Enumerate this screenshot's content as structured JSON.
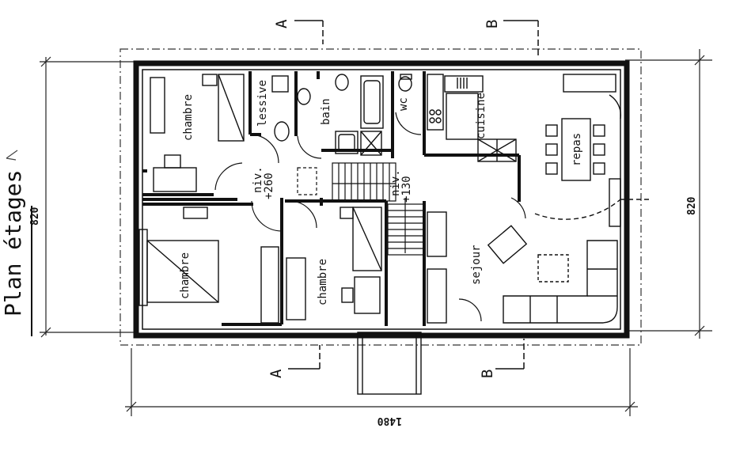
{
  "plan": {
    "title": "Plan étages",
    "section_a": "A",
    "section_b": "B",
    "dim_width": "1480",
    "dim_height_left": "820",
    "dim_height_right": "820",
    "level_upper_1": "niv.",
    "level_upper_2": "+260",
    "level_mid_1": "niv.",
    "level_mid_2": "+130"
  },
  "rooms": {
    "chambre_top": "chambre",
    "lessive": "lessive",
    "bain": "bain",
    "wc": "wc",
    "cuisine": "cuisine",
    "repas": "repas",
    "chambre_bottom": "chambre",
    "chambre_middle": "chambre",
    "sejour": "sejour"
  }
}
